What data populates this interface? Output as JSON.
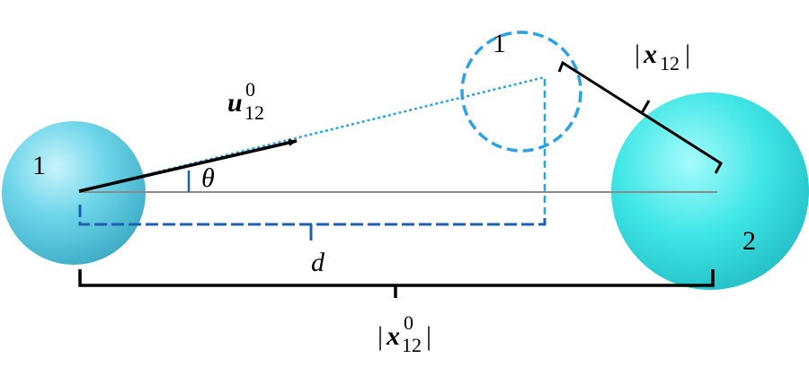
{
  "labels": {
    "sphere1": "1",
    "sphere1_ghost": "1",
    "sphere2": "2",
    "theta": "θ",
    "d": "d",
    "u_main": "u",
    "u_sup": "0",
    "u_sub": "12",
    "x12_bar_left": "|",
    "x12_main": "x",
    "x12_sub": "12",
    "x12_bar_right": "|",
    "x0_bar_left": "|",
    "x0_main": "x",
    "x0_sup": "0",
    "x0_sub": "12",
    "x0_bar_right": "|"
  },
  "colors": {
    "sphere1": "#5fd3e6",
    "sphere2": "#3fe6e6",
    "dashed_blue": "#2aa3e0",
    "dark_dashed": "#1f5fb0",
    "baseline": "#8a8a8a",
    "ink": "#000000"
  }
}
